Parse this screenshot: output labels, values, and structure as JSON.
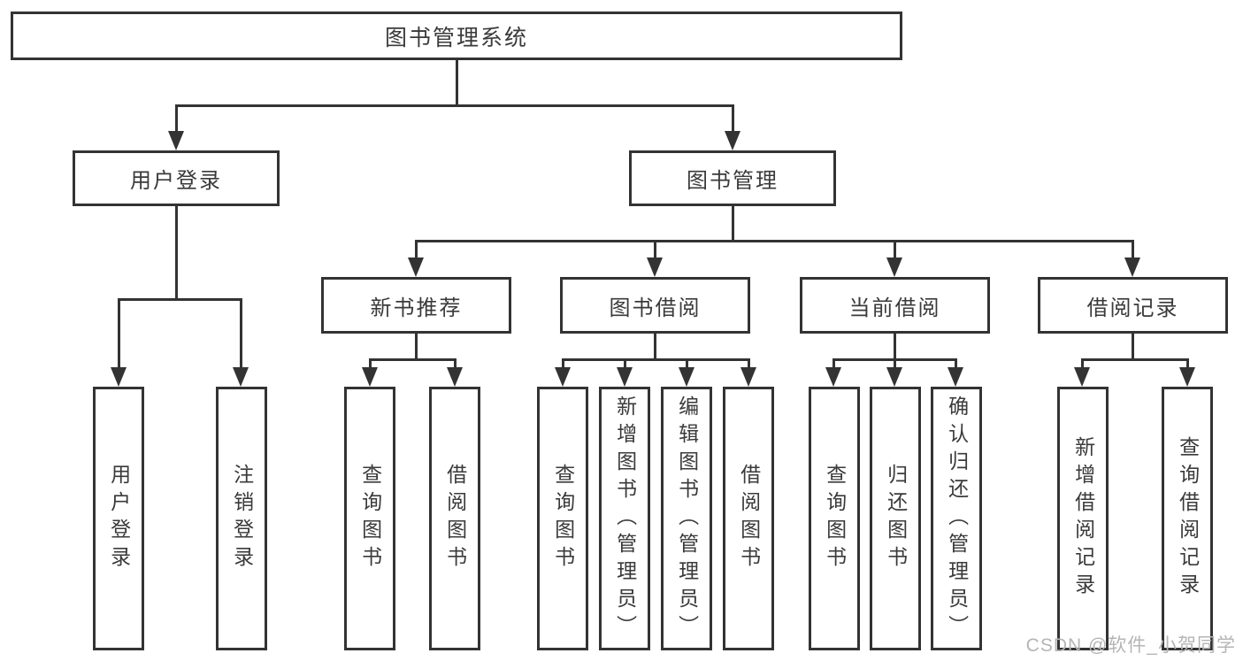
{
  "diagram": {
    "root": {
      "label": "图书管理系统"
    },
    "level2": [
      {
        "label": "用户登录"
      },
      {
        "label": "图书管理"
      }
    ],
    "level3": [
      {
        "label": "新书推荐",
        "parent": "图书管理"
      },
      {
        "label": "图书借阅",
        "parent": "图书管理"
      },
      {
        "label": "当前借阅",
        "parent": "图书管理"
      },
      {
        "label": "借阅记录",
        "parent": "图书管理"
      }
    ],
    "leaves": [
      {
        "label": "用户登录",
        "parent": "用户登录"
      },
      {
        "label": "注销登录",
        "parent": "用户登录"
      },
      {
        "label": "查询图书",
        "parent": "新书推荐"
      },
      {
        "label": "借阅图书",
        "parent": "新书推荐"
      },
      {
        "label": "查询图书",
        "parent": "图书借阅"
      },
      {
        "label": "新增图书（管理员）",
        "parent": "图书借阅"
      },
      {
        "label": "编辑图书（管理员）",
        "parent": "图书借阅"
      },
      {
        "label": "借阅图书",
        "parent": "图书借阅"
      },
      {
        "label": "查询图书",
        "parent": "当前借阅"
      },
      {
        "label": "归还图书",
        "parent": "当前借阅"
      },
      {
        "label": "确认归还（管理员）",
        "parent": "当前借阅"
      },
      {
        "label": "新增借阅记录",
        "parent": "借阅记录"
      },
      {
        "label": "查询借阅记录",
        "parent": "借阅记录"
      }
    ]
  },
  "watermark": {
    "text": "CSDN @软件_小贺同学"
  },
  "colors": {
    "line": "#333333",
    "text": "#3a3a3a",
    "watermark": "#b5b5b5",
    "background": "#ffffff"
  }
}
